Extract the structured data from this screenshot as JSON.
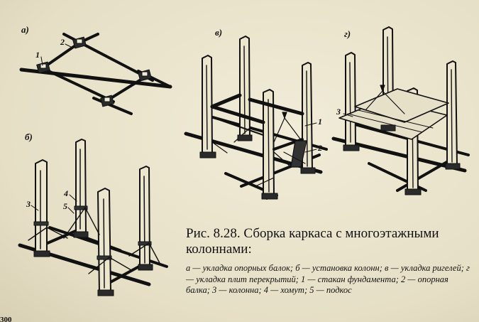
{
  "figure": {
    "panels": {
      "a": "а)",
      "b": "б)",
      "v": "в)",
      "g": "г)"
    },
    "callouts": {
      "a1": "1",
      "a2": "2",
      "b3": "3",
      "b4": "4",
      "b5": "5",
      "v1": "1",
      "v2": "2",
      "g3": "3"
    }
  },
  "caption": {
    "title": "Рис.  8.28. Сборка каркаса с многоэтажными колоннами:",
    "legend": "а — укладка опорных балок; б — установка колонн; в — укладка ригелей; г — укладка плит перекрытий; 1 — стакан фундамента; 2 — опорная балка; 3 — колонна; 4 — хомут; 5 — подкос"
  },
  "page_number": "300"
}
